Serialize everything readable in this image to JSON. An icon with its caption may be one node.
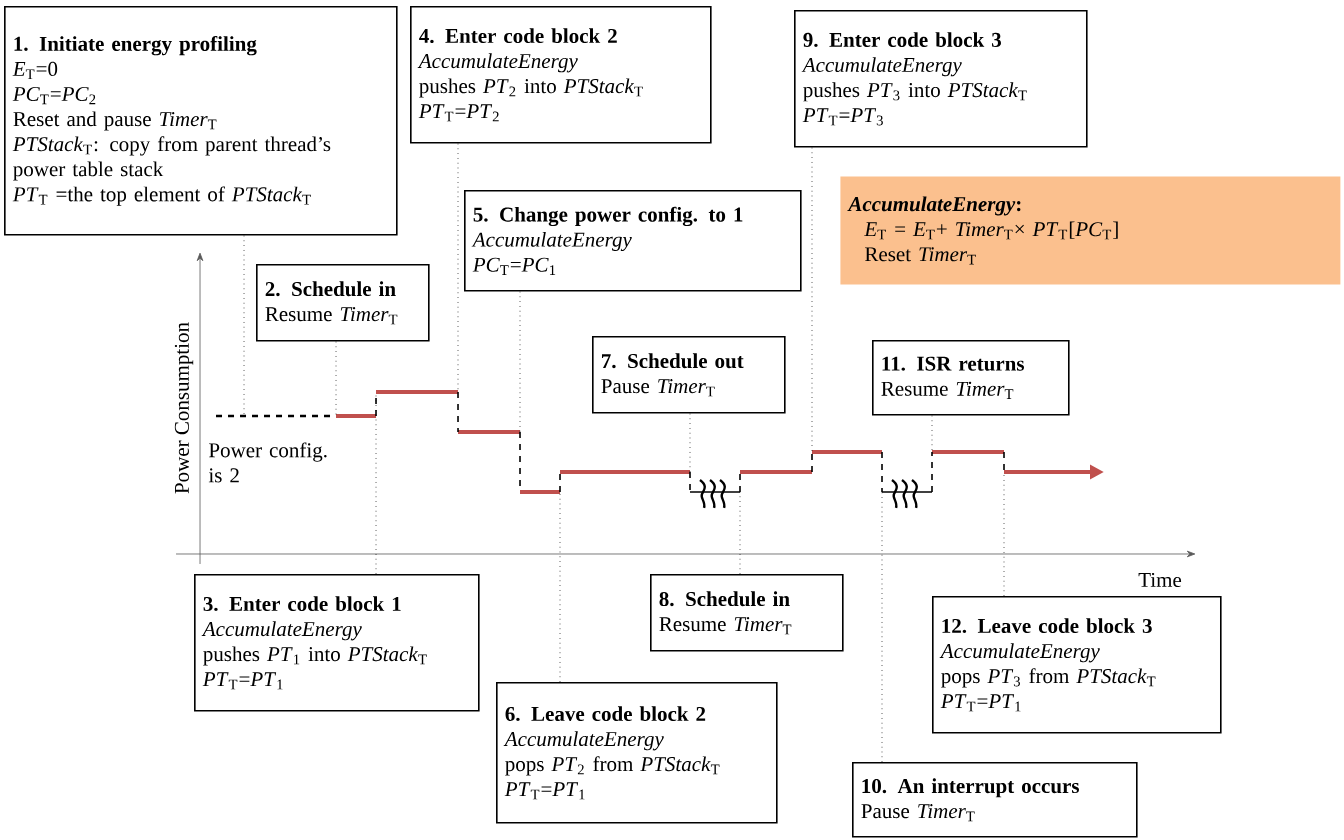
{
  "diagram": {
    "nodes": [
      {
        "text": [
          "1. Initiate energy profiling",
          "*E*$_{T}$=0",
          "*PC*$_{T}$=*PC*$_{2}$",
          "Reset and pause *Timer*$_{T}$",
          "*PTStack*$_{T}$: copy from parent thread’s power table stack",
          "*PT*$_{T}$ =the top element of *PTStack*$_{T}$"
        ]
      },
      {
        "text": [
          "2. Schedule in",
          "Resume *Timer*$_{T}$"
        ]
      },
      {
        "text": [
          "3. Enter code block 1",
          "*AccumulateEnergy*",
          "pushes *PT*$_{1}$ into *PTStack*$_{T}$",
          "*PT*$_{T}$=*PT*$_{1}$"
        ]
      },
      {
        "text": [
          "4. Enter code block 2",
          "*AccumulateEnergy*",
          "pushes *PT*$_{2}$ into *PTStack*$_{T}$",
          "*PT*$_{T}$=*PT*$_{2}$"
        ]
      },
      {
        "text": [
          "5. Change power config. to 1",
          "*AccumulateEnergy*",
          "*PC*$_{T}$=*PC*$_{1}$"
        ]
      },
      {
        "text": [
          "6. Leave code block 2",
          "*AccumulateEnergy*",
          "pops *PT*$_{2}$ from *PTStack*$_{T}$",
          "*PT*$_{T}$=*PT*$_{1}$"
        ]
      },
      {
        "text": [
          "7. Schedule out",
          "Pause *Timer*$_{T}$"
        ]
      },
      {
        "text": [
          "8. Schedule in",
          "Resume *Timer*$_{T}$"
        ]
      },
      {
        "text": [
          "9. Enter code block 3",
          "*AccumulateEnergy*",
          "pushes *PT*$_{3}$ into *PTStack*$_{T}$",
          "*PT*$_{T}$=*PT*$_{3}$"
        ]
      },
      {
        "text": [
          "10. An interrupt occurs",
          "Pause *Timer*$_{T}$"
        ]
      },
      {
        "text": [
          "11. ISR returns",
          "Resume *Timer*$_{T}$"
        ]
      },
      {
        "text": [
          "12. Leave code block 3",
          "*AccumulateEnergy*",
          "pops *PT*$_{3}$ from *PTStack*$_{T}$",
          "*PT*$_{T}$=*PT*$_{1}$"
        ]
      },
      {
        "text": [
          "*AccumulateEnergy*:",
          "*E*$_{T}$ = *E*$_{T}$+ *Timer*$_{T}$× *PT*$_{T}$[*PC*$_{T}$]",
          "Reset *Timer*$_{T}$"
        ]
      }
    ],
    "edges": [
      {
        "from": 0,
        "to": null,
        "arrow": "none"
      },
      {
        "from": 1,
        "to": null,
        "arrow": "none"
      },
      {
        "from": 2,
        "to": null,
        "arrow": "none"
      },
      {
        "from": 3,
        "to": null,
        "arrow": "none"
      },
      {
        "from": 4,
        "to": null,
        "arrow": "none"
      },
      {
        "from": 5,
        "to": null,
        "arrow": "none"
      },
      {
        "from": 6,
        "to": null,
        "arrow": "none"
      },
      {
        "from": 7,
        "to": null,
        "arrow": "none"
      },
      {
        "from": 8,
        "to": null,
        "arrow": "none"
      },
      {
        "from": 9,
        "to": null,
        "arrow": "none"
      },
      {
        "from": 10,
        "to": null,
        "arrow": "none"
      },
      {
        "from": 11,
        "to": null,
        "arrow": "none"
      }
    ],
    "labels": [
      "Power Consumption",
      "Power config. is 2",
      "Time"
    ]
  }
}
